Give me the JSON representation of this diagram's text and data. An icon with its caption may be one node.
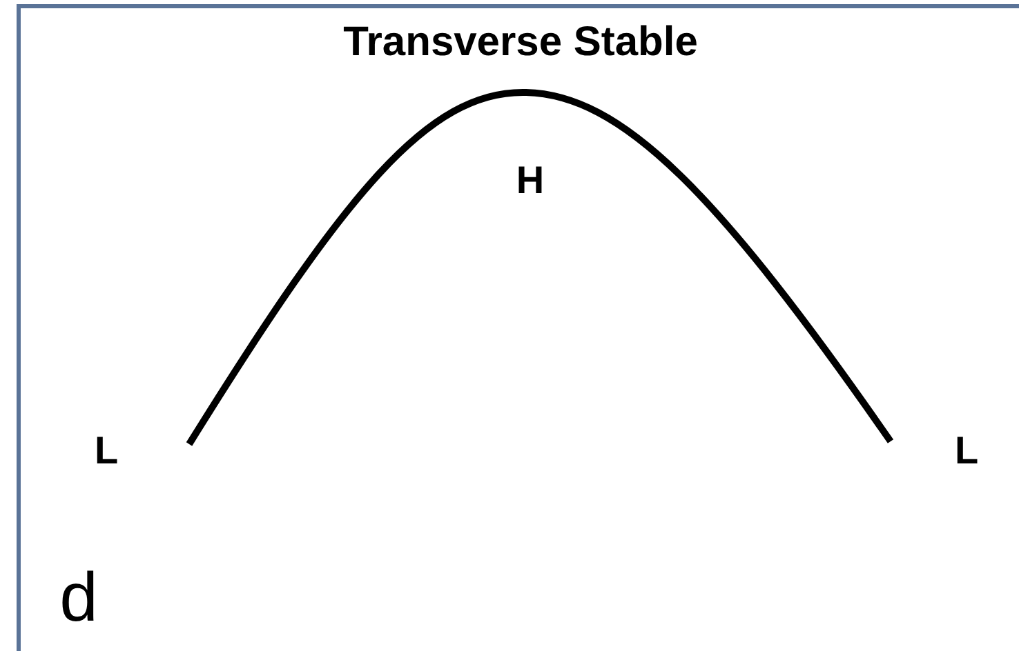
{
  "diagram": {
    "title": "Transverse Stable",
    "labels": [
      "H",
      "L",
      "L",
      "d"
    ]
  }
}
